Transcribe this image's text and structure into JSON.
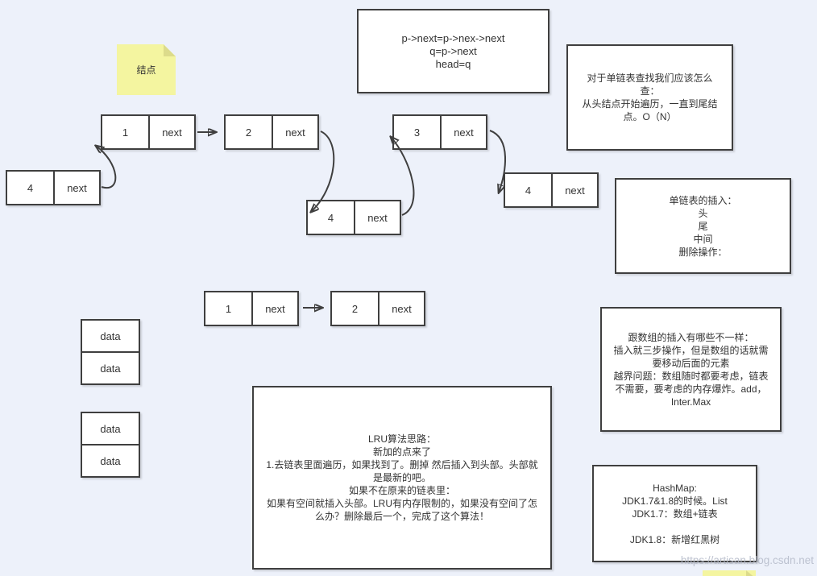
{
  "watermark": "https://artisan.blog.csdn.net",
  "sticky_note": {
    "label": "结点"
  },
  "boxes": {
    "code": {
      "text": "p->next=p->nex->next\nq=p->next\nhead=q"
    },
    "search": {
      "text": "对于单链表查找我们应该怎么\n查：\n从头结点开始遍历，一直到尾结\n点。O（N）"
    },
    "insert": {
      "text": "单链表的插入：\n头\n尾\n中间\n删除操作："
    },
    "array_diff": {
      "text": "跟数组的插入有哪些不一样：\n插入就三步操作，但是数组的话就需\n要移动后面的元素\n越界问题：数组随时都要考虑，链表\n不需要，要考虑的内存爆炸。add，\nInter.Max"
    },
    "lru": {
      "text": "LRU算法思路：\n新加的点来了\n1.去链表里面遍历，如果找到了。删掉 然后插入到头部。头部就\n是最新的吧。\n如果不在原来的链表里：\n如果有空间就插入头部。LRU有内存限制的，如果没有空间了怎\n么办？删除最后一个，完成了这个算法！"
    },
    "hashmap": {
      "text": "HashMap:\nJDK1.7&1.8的时候。List\nJDK1.7：数组+链表\n\nJDK1.8：新增红黑树"
    }
  },
  "nodes": [
    {
      "value": "1",
      "next": "next"
    },
    {
      "value": "2",
      "next": "next"
    },
    {
      "value": "3",
      "next": "next"
    },
    {
      "value": "4",
      "next": "next"
    },
    {
      "value": "4",
      "next": "next"
    },
    {
      "value": "4",
      "next": "next"
    },
    {
      "value": "1",
      "next": "next"
    },
    {
      "value": "2",
      "next": "next"
    }
  ],
  "data_stacks": [
    [
      "data",
      "data"
    ],
    [
      "data",
      "data"
    ]
  ],
  "colors": {
    "background": "#edf1fa",
    "shape_border": "#3f3f3f",
    "sticky_yellow": "#f4f5a0",
    "watermark_gray": "#b4bac9"
  }
}
